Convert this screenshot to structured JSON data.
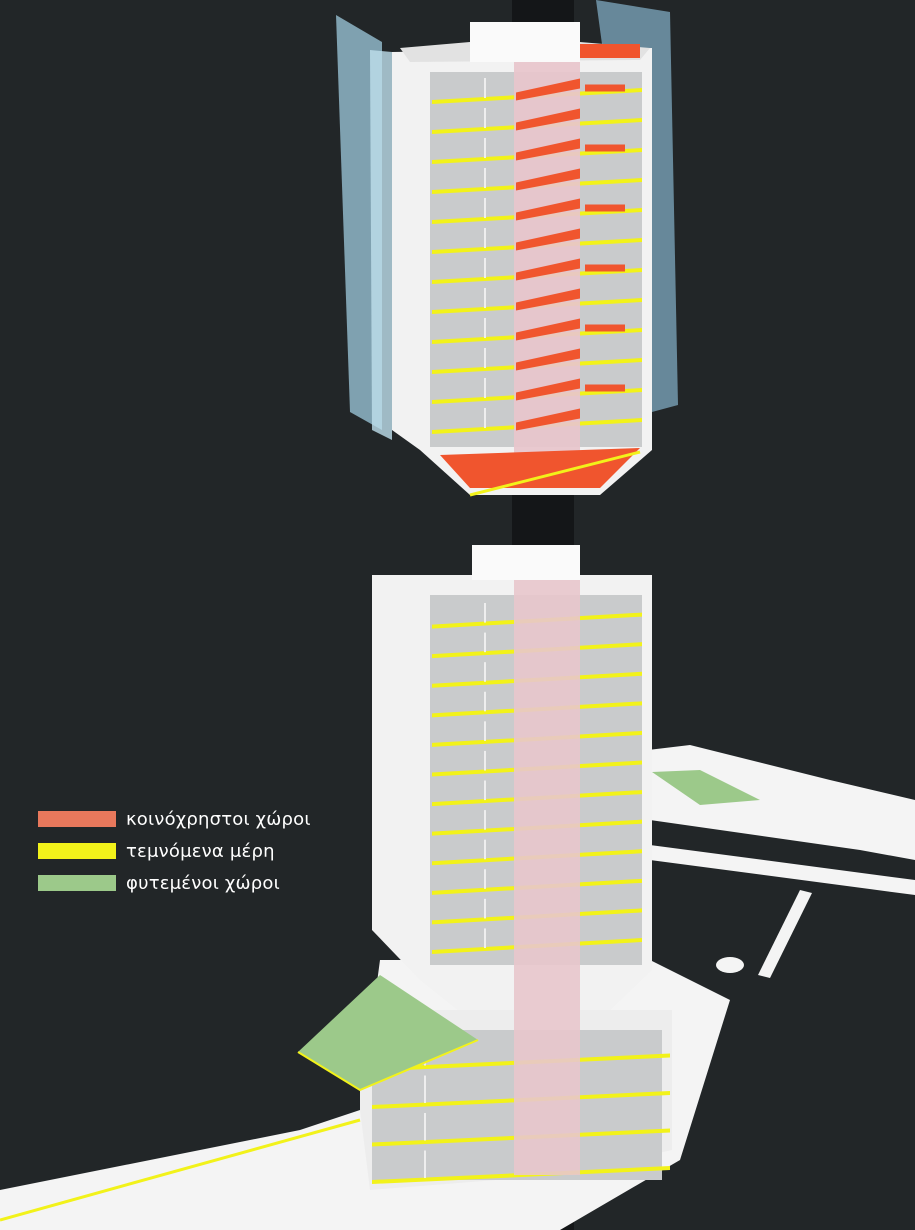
{
  "legend": {
    "items": [
      {
        "label": "κοινόχρηστοι χώροι",
        "color": "#e8785c",
        "icon": "orange-swatch"
      },
      {
        "label": "τεμνόμενα μέρη",
        "color": "#f2f21a",
        "icon": "yellow-swatch"
      },
      {
        "label": "φυτεμένοι χώροι",
        "color": "#9cc98a",
        "icon": "green-swatch"
      }
    ]
  },
  "colors": {
    "background": "#222628",
    "common_spaces": "#f0552e",
    "section_cut": "#f2f21a",
    "planted": "#9cc98a",
    "core": "#e8c6cc",
    "glass": "#8fb7c8",
    "building": "#f4f4f4"
  },
  "building": {
    "upper_floor_count": 12,
    "lower_floor_count": 12,
    "podium_floor_count": 4
  }
}
